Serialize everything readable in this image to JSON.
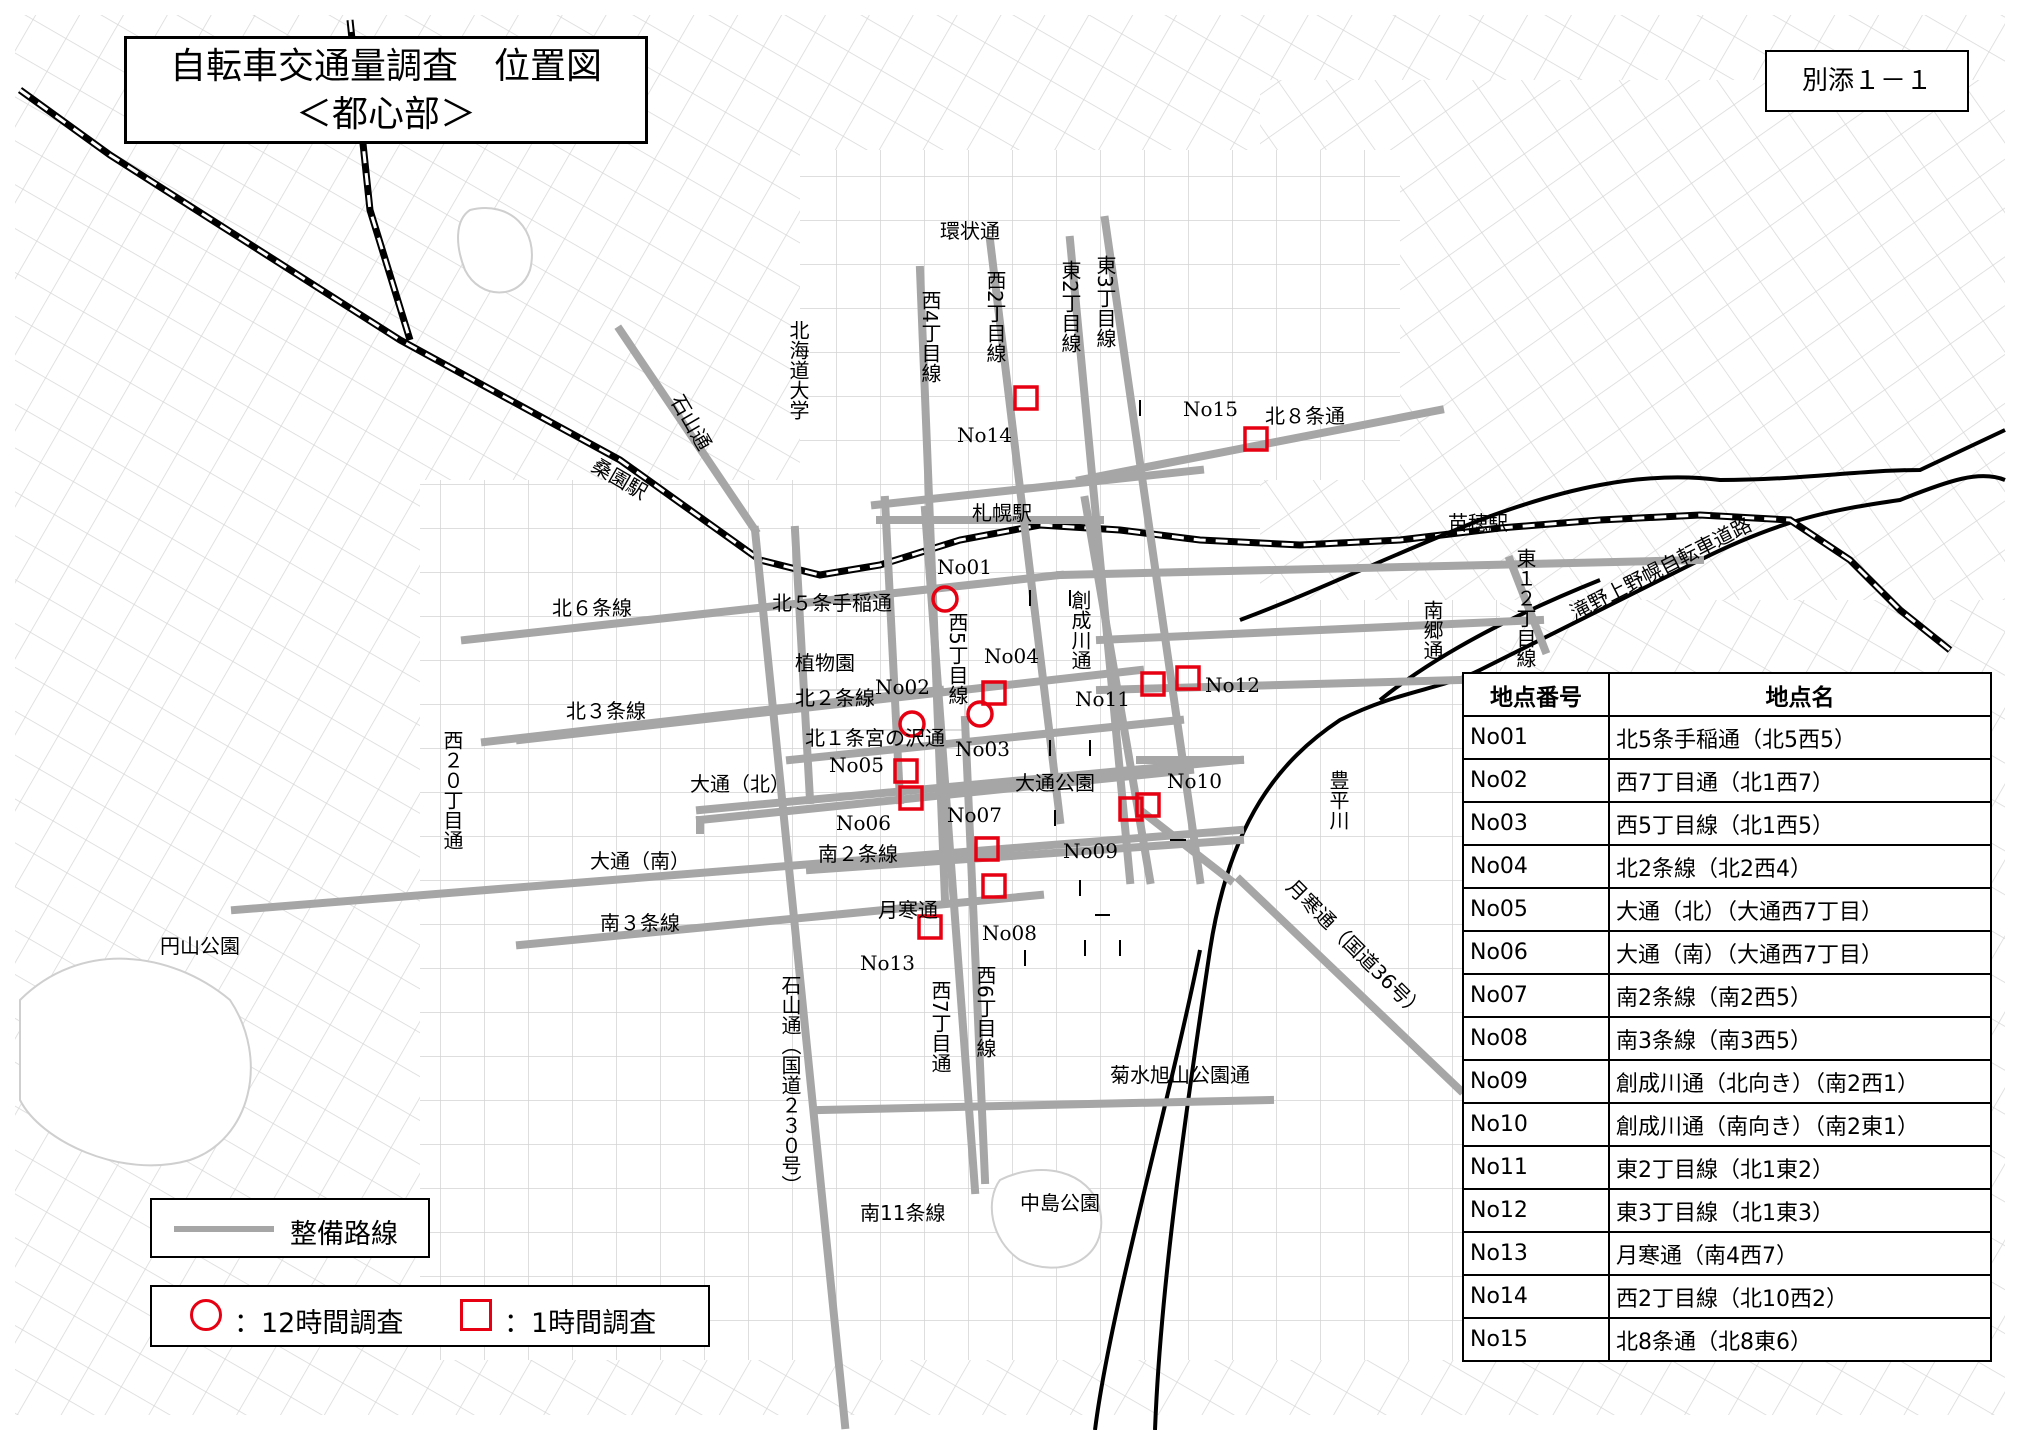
{
  "title": {
    "line1": "自転車交通量調査　位置図",
    "line2": "＜都心部＞"
  },
  "reference": "別添１－１",
  "legend": {
    "route_label": "整備路線",
    "circle_label": "：12時間調査",
    "square_label": "：1時間調査"
  },
  "table": {
    "header_id": "地点番号",
    "header_name": "地点名",
    "rows": [
      {
        "id": "No01",
        "name": "北5条手稲通（北5西5）",
        "survey": "12h"
      },
      {
        "id": "No02",
        "name": "西7丁目通（北1西7）",
        "survey": "12h"
      },
      {
        "id": "No03",
        "name": "西5丁目線（北1西5）",
        "survey": "12h"
      },
      {
        "id": "No04",
        "name": "北2条線（北2西4）",
        "survey": "1h"
      },
      {
        "id": "No05",
        "name": "大通（北）（大通西7丁目）",
        "survey": "1h"
      },
      {
        "id": "No06",
        "name": "大通（南）（大通西7丁目）",
        "survey": "1h"
      },
      {
        "id": "No07",
        "name": "南2条線（南2西5）",
        "survey": "1h"
      },
      {
        "id": "No08",
        "name": "南3条線（南3西5）",
        "survey": "1h"
      },
      {
        "id": "No09",
        "name": "創成川通（北向き）（南2西1）",
        "survey": "1h"
      },
      {
        "id": "No10",
        "name": "創成川通（南向き）（南2東1）",
        "survey": "1h"
      },
      {
        "id": "No11",
        "name": "東2丁目線（北1東2）",
        "survey": "1h"
      },
      {
        "id": "No12",
        "name": "東3丁目線（北1東3）",
        "survey": "1h"
      },
      {
        "id": "No13",
        "name": "月寒通（南4西7）",
        "survey": "1h"
      },
      {
        "id": "No14",
        "name": "西2丁目線（北10西2）",
        "survey": "1h"
      },
      {
        "id": "No15",
        "name": "北8条通（北8東6）",
        "survey": "1h"
      }
    ]
  },
  "map_labels": {
    "kanjo": "環状通",
    "nishi4": "西4丁目線",
    "nishi2": "西2丁目線",
    "higashi2": "東2丁目線",
    "higashi3": "東3丁目線",
    "hokkai": "北海道大学",
    "ishiyama": "石山通",
    "souen": "桑園駅",
    "sapporo": "札幌駅",
    "naebo": "苗穂駅",
    "kita8": "北８条通",
    "kita6": "北６条線",
    "kita5": "北５条手稲通",
    "nishi5": "西5丁目線",
    "sousei": "創成川通",
    "shokubutsu": "植物園",
    "kita2": "北２条線",
    "kita1": "北１条宮の沢通",
    "kita3": "北３条線",
    "nishi20": "西２０丁目通",
    "odori_n": "大通（北）",
    "odori_koen": "大通公園",
    "odori_s": "大通（南）",
    "minami2": "南２条線",
    "tsukisamu": "月寒通",
    "minami3": "南３条線",
    "maruyama": "円山公園",
    "ishiyama230": "石山通（国道２３０号）",
    "nishi7": "西7丁目通",
    "nishi6": "西6丁目線",
    "kikusui": "菊水旭山公園通",
    "minami11": "南11条線",
    "nakajima": "中島公園",
    "toyohira": "豊平川",
    "tsukisamu36": "月寒通（国道36号）",
    "higashi12": "東１２丁目線",
    "nango": "南郷通",
    "takino": "滝野上野幌自転車道路"
  }
}
